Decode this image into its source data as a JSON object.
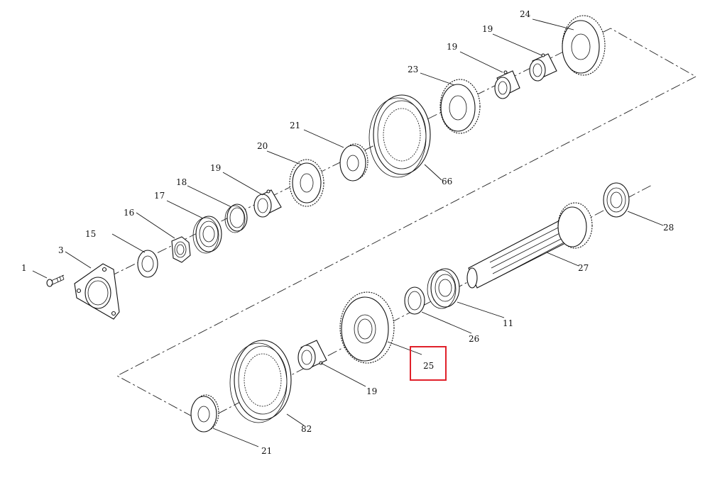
{
  "diagram": {
    "callouts": [
      {
        "id": "c1",
        "text": "1"
      },
      {
        "id": "c3",
        "text": "3"
      },
      {
        "id": "c15",
        "text": "15"
      },
      {
        "id": "c16",
        "text": "16"
      },
      {
        "id": "c17",
        "text": "17"
      },
      {
        "id": "c18",
        "text": "18"
      },
      {
        "id": "c19a",
        "text": "19"
      },
      {
        "id": "c20",
        "text": "20"
      },
      {
        "id": "c21a",
        "text": "21"
      },
      {
        "id": "c66",
        "text": "66"
      },
      {
        "id": "c23",
        "text": "23"
      },
      {
        "id": "c19b",
        "text": "19"
      },
      {
        "id": "c19c",
        "text": "19"
      },
      {
        "id": "c24",
        "text": "24"
      },
      {
        "id": "c28",
        "text": "28"
      },
      {
        "id": "c27",
        "text": "27"
      },
      {
        "id": "c11",
        "text": "11"
      },
      {
        "id": "c26",
        "text": "26"
      },
      {
        "id": "c25",
        "text": "25"
      },
      {
        "id": "c19d",
        "text": "19"
      },
      {
        "id": "c82",
        "text": "82"
      },
      {
        "id": "c21b",
        "text": "21"
      }
    ],
    "highlighted_callout": "25",
    "highlight_color": "#e0202a",
    "line_color": "#111111"
  }
}
